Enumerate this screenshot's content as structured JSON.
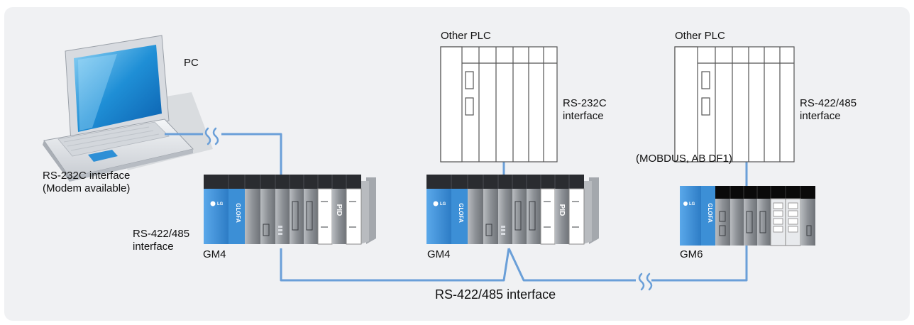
{
  "labels": {
    "pc": "PC",
    "pc_interface_line1": "RS-232C interface",
    "pc_interface_line2": "(Modem available)",
    "left_interface_line1": "RS-422/485",
    "left_interface_line2": "interface",
    "plc1": "GM4",
    "plc2": "GM4",
    "plc3": "GM6",
    "other_plc_1": "Other PLC",
    "other_plc_2": "Other PLC",
    "rs232c_line1": "RS-232C",
    "rs232c_line2": "interface",
    "rs422_right_line1": "RS-422/485",
    "rs422_right_line2": "interface",
    "protocols": "(MOBDUS, AB DF1)",
    "bus": "RS-422/485 interface"
  },
  "module_text": {
    "brand": "GLOFA",
    "pid": "PID",
    "lg": "LG"
  },
  "colors": {
    "panel_bg": "#f0f1f3",
    "cable": "#6a9fd8",
    "module_blue": "#3c8fd6",
    "module_gray": "#8d9196",
    "module_dark": "#2a2c30"
  }
}
